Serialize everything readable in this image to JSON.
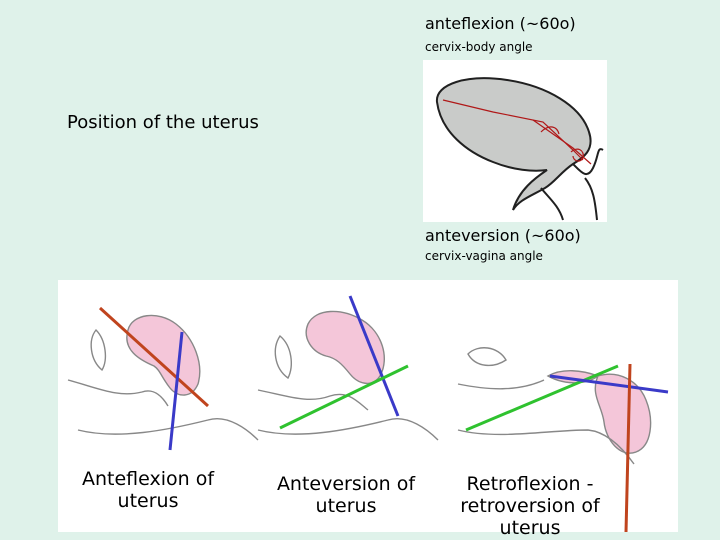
{
  "anteflexion_label": {
    "term": "anteflexion",
    "value": " (~60o)",
    "description": "cervix-body angle"
  },
  "main_title": "Position of the uterus",
  "anteversion_label": {
    "term": "anteversion",
    "value": " (~60o)",
    "description": "cervix-vagina angle"
  },
  "panels": [
    {
      "caption": "Anteflexion of uterus"
    },
    {
      "caption": "Anteversion of uterus"
    },
    {
      "caption": "Retroflexion - retroversion of uterus"
    }
  ],
  "colors": {
    "background": "#dff2ea",
    "uterus_fill": "#f4c6d9",
    "body_axis_line": "#c0441e",
    "cervix_axis_line": "#3a3ac8",
    "vagina_axis_line": "#2fc22f",
    "annotation_red": "#b01818"
  }
}
